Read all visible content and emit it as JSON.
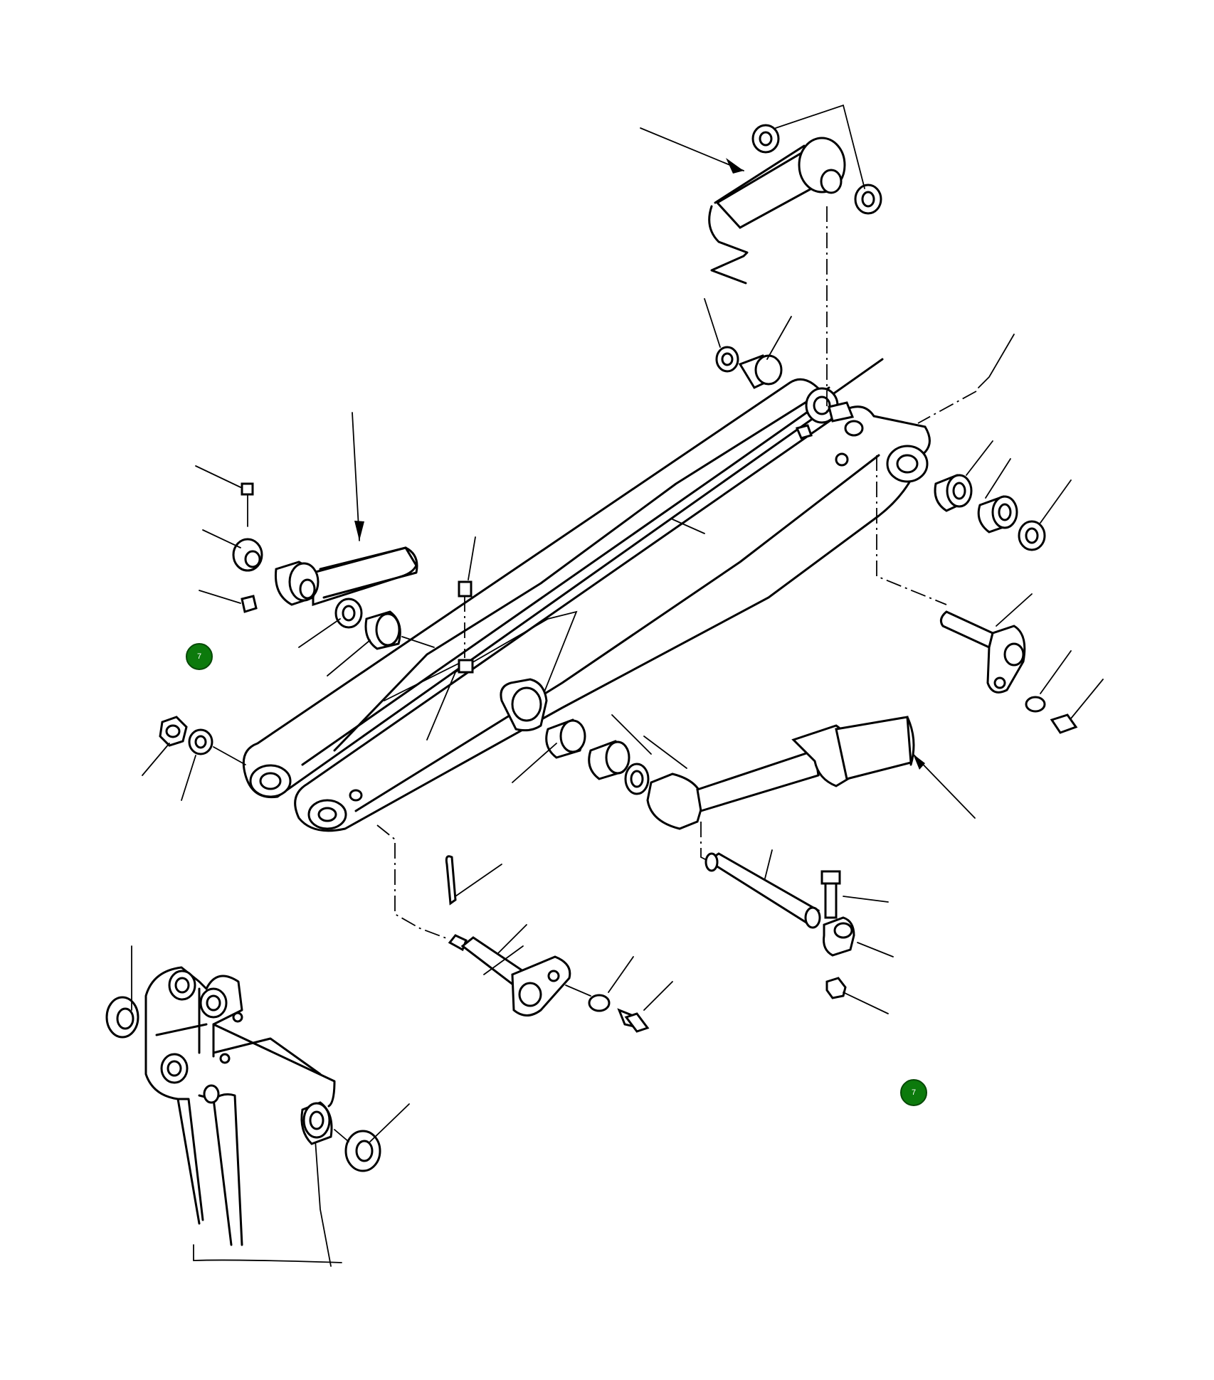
{
  "diagram": {
    "callouts": [
      {
        "id": "callout-left",
        "label": "7",
        "color": "#0c7a0c"
      },
      {
        "id": "callout-right",
        "label": "7",
        "color": "#0c7a0c"
      }
    ]
  }
}
